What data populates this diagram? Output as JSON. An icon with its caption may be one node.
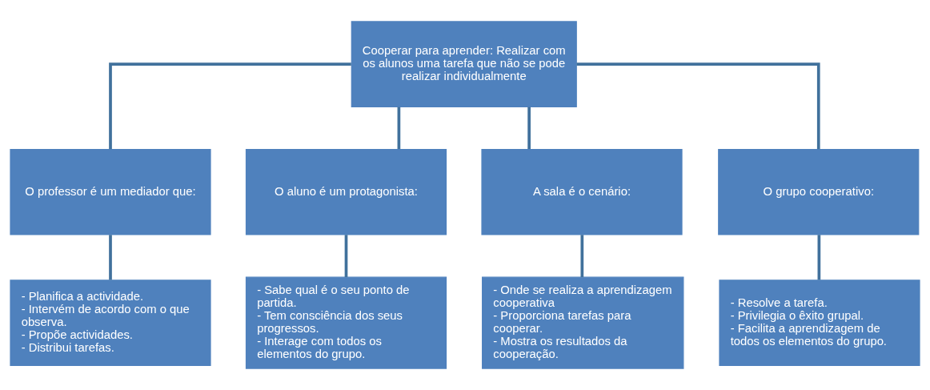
{
  "diagram": {
    "nodes": [
      {
        "text": [
          "Cooperar para aprender: Realizar com os alunos uma tarefa que não se pode realizar individualmente"
        ]
      },
      {
        "text": [
          "O professor é um mediador que:"
        ]
      },
      {
        "text": [
          "O aluno é um protagonista:"
        ]
      },
      {
        "text": [
          "A sala é o cenário:"
        ]
      },
      {
        "text": [
          "O grupo cooperativo:"
        ]
      },
      {
        "text": [
          "- Planifica a actividade.",
          "- Intervém de acordo com o que observa.",
          "- Propõe actividades.",
          "- Distribui tarefas."
        ]
      },
      {
        "text": [
          "- Sabe qual é o seu ponto de partida.",
          "- Tem consciência dos seus progressos.",
          "- Interage com todos os elementos do grupo."
        ]
      },
      {
        "text": [
          "- Onde se realiza a aprendizagem cooperativa",
          "- Proporciona tarefas para cooperar.",
          "- Mostra os resultados da cooperação."
        ]
      },
      {
        "text": [
          "- Resolve a tarefa.",
          "- Privilegia o êxito grupal.",
          "- Facilita a aprendizagem de todos os elementos do grupo."
        ]
      }
    ],
    "edges": [
      {
        "from": 0,
        "to": 1,
        "arrow": "none"
      },
      {
        "from": 0,
        "to": 2,
        "arrow": "none"
      },
      {
        "from": 0,
        "to": 3,
        "arrow": "none"
      },
      {
        "from": 0,
        "to": 4,
        "arrow": "none"
      },
      {
        "from": 1,
        "to": 5,
        "arrow": "none"
      },
      {
        "from": 2,
        "to": 6,
        "arrow": "none"
      },
      {
        "from": 3,
        "to": 7,
        "arrow": "none"
      },
      {
        "from": 4,
        "to": 8,
        "arrow": "none"
      }
    ]
  }
}
